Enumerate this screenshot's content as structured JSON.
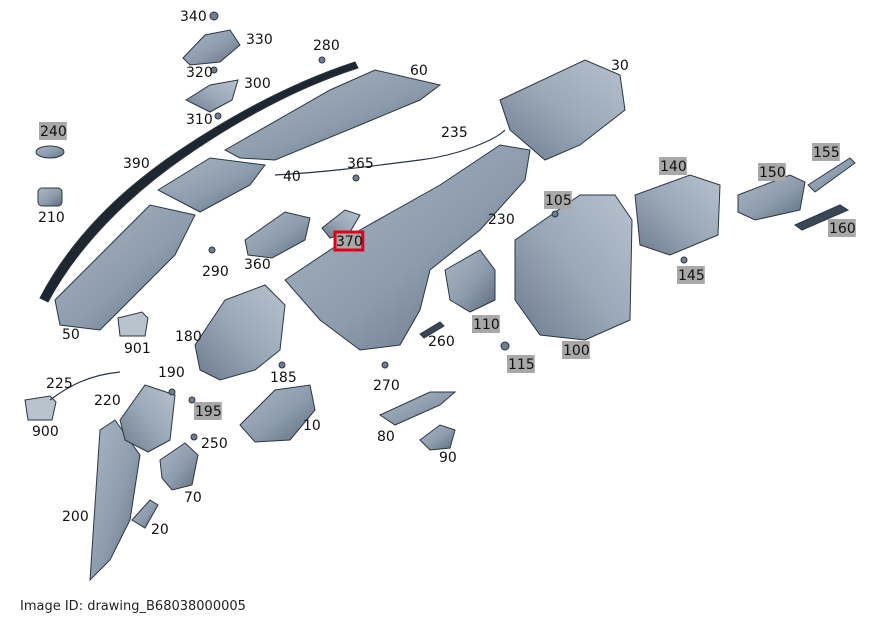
{
  "footer": {
    "image_id": "Image ID: drawing_B68038000005"
  },
  "colors": {
    "part_fill": "#8d9cad",
    "part_fill_light": "#aab6c4",
    "part_fill_dark": "#5e6d7e",
    "part_stroke": "#2a3644",
    "gray_label_bg": "#a8a8a8",
    "highlight_border": "#e0001a",
    "highlight_bg": "#a8a8a8"
  },
  "labels": [
    {
      "id": "340",
      "text": "340"
    },
    {
      "id": "330",
      "text": "330"
    },
    {
      "id": "280",
      "text": "280"
    },
    {
      "id": "320",
      "text": "320"
    },
    {
      "id": "300",
      "text": "300"
    },
    {
      "id": "60",
      "text": "60"
    },
    {
      "id": "30",
      "text": "30"
    },
    {
      "id": "310",
      "text": "310"
    },
    {
      "id": "240",
      "text": "240",
      "highlighted": true
    },
    {
      "id": "235",
      "text": "235"
    },
    {
      "id": "390",
      "text": "390"
    },
    {
      "id": "365",
      "text": "365"
    },
    {
      "id": "140",
      "text": "140",
      "highlighted": true
    },
    {
      "id": "150",
      "text": "150",
      "highlighted": true
    },
    {
      "id": "155",
      "text": "155",
      "highlighted": true
    },
    {
      "id": "40",
      "text": "40"
    },
    {
      "id": "210",
      "text": "210"
    },
    {
      "id": "105",
      "text": "105",
      "highlighted": true
    },
    {
      "id": "230",
      "text": "230"
    },
    {
      "id": "160",
      "text": "160",
      "highlighted": true
    },
    {
      "id": "370",
      "text": "370",
      "selected": true
    },
    {
      "id": "360",
      "text": "360"
    },
    {
      "id": "290",
      "text": "290"
    },
    {
      "id": "145",
      "text": "145",
      "highlighted": true
    },
    {
      "id": "50",
      "text": "50"
    },
    {
      "id": "901",
      "text": "901"
    },
    {
      "id": "110",
      "text": "110",
      "highlighted": true
    },
    {
      "id": "180",
      "text": "180"
    },
    {
      "id": "260",
      "text": "260"
    },
    {
      "id": "100",
      "text": "100",
      "highlighted": true
    },
    {
      "id": "115",
      "text": "115",
      "highlighted": true
    },
    {
      "id": "190",
      "text": "190"
    },
    {
      "id": "185",
      "text": "185"
    },
    {
      "id": "225",
      "text": "225"
    },
    {
      "id": "270",
      "text": "270"
    },
    {
      "id": "220",
      "text": "220"
    },
    {
      "id": "195",
      "text": "195",
      "highlighted": true
    },
    {
      "id": "900",
      "text": "900"
    },
    {
      "id": "10",
      "text": "10"
    },
    {
      "id": "80",
      "text": "80"
    },
    {
      "id": "250",
      "text": "250"
    },
    {
      "id": "90",
      "text": "90"
    },
    {
      "id": "70",
      "text": "70"
    },
    {
      "id": "200",
      "text": "200"
    },
    {
      "id": "20",
      "text": "20"
    }
  ]
}
